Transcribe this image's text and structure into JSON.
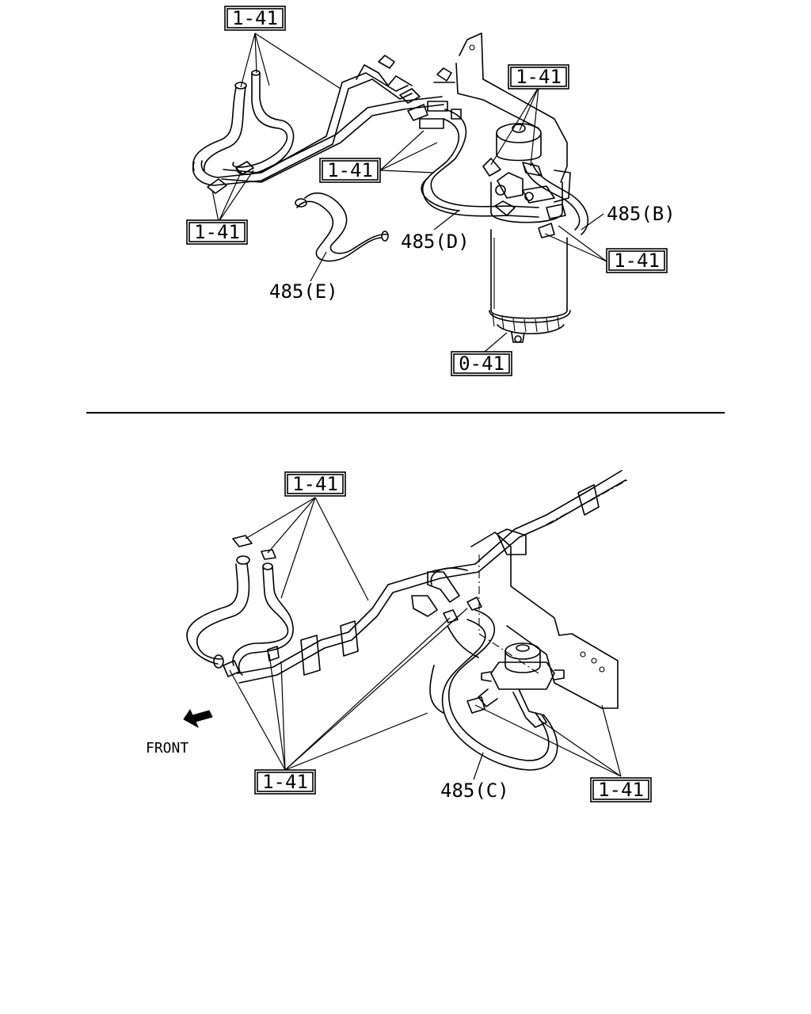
{
  "callouts": {
    "top_left_upper": "1-41",
    "top_right_upper": "1-41",
    "top_middle": "1-41",
    "top_left_lower": "1-41",
    "top_right_lower": "1-41",
    "top_filter": "0-41",
    "bottom_upper": "1-41",
    "bottom_left": "1-41",
    "bottom_right": "1-41"
  },
  "parts": {
    "hose_b": "485(B)",
    "hose_d": "485(D)",
    "hose_e": "485(E)",
    "hose_c": "485(C)"
  },
  "direction": {
    "label": "FRONT",
    "icon": "front-arrow-icon"
  }
}
